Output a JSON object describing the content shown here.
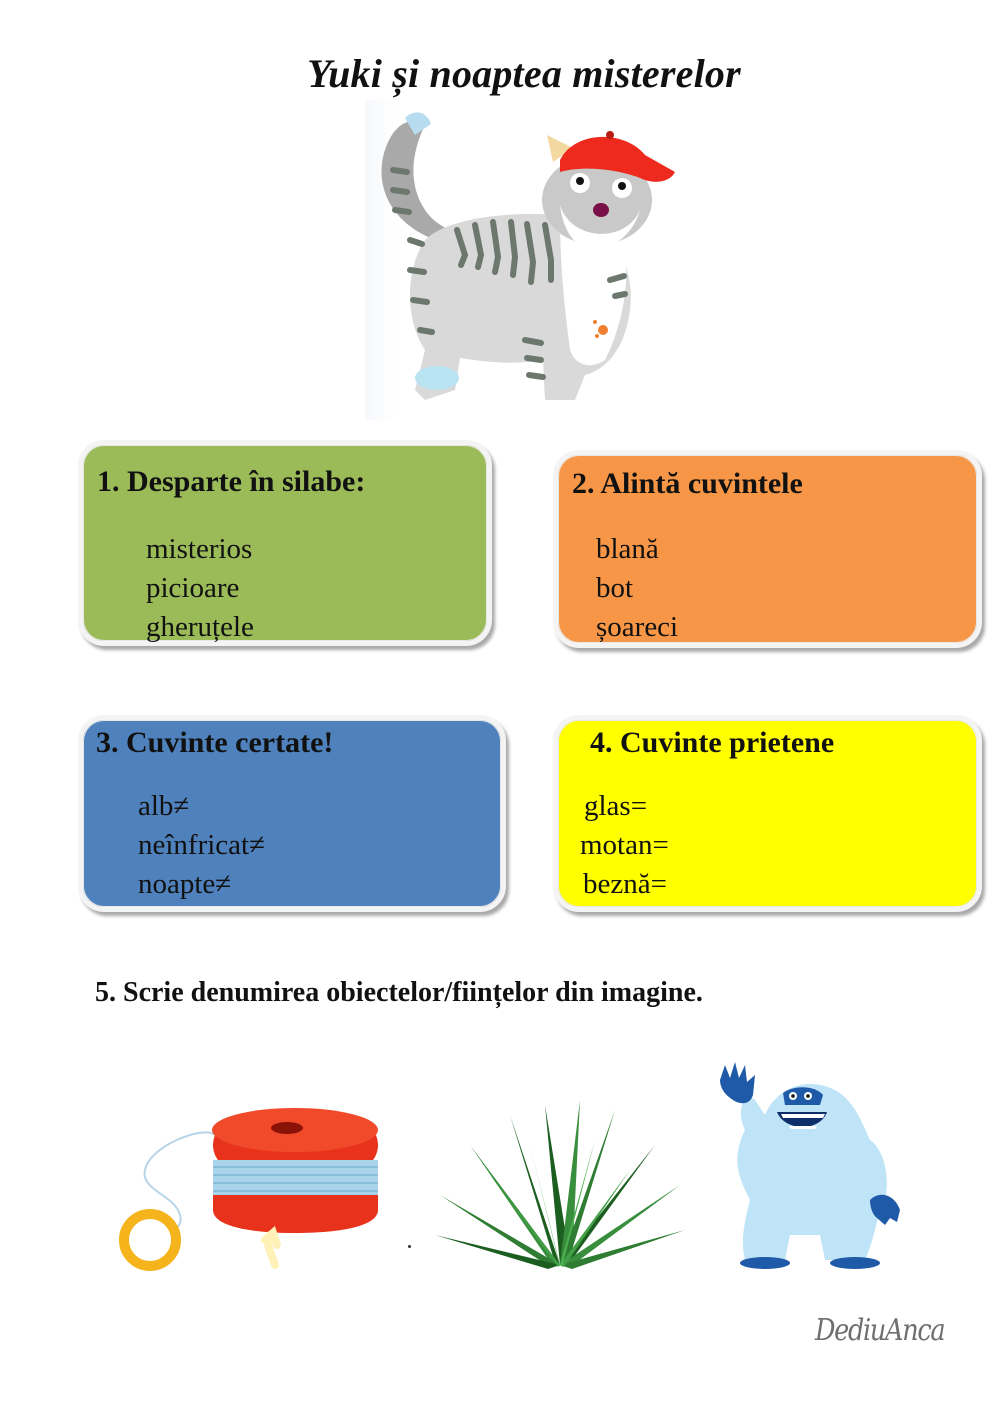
{
  "title": "Yuki și noaptea misterelor",
  "colors": {
    "box1": "#9bbb59",
    "box2": "#f79646",
    "box3": "#4f81bd",
    "box4": "#ffff00"
  },
  "exercises": [
    {
      "heading": "1. Desparte în silabe:",
      "items": [
        "misterios",
        "picioare",
        "gheruțele"
      ]
    },
    {
      "heading": "2. Alintă cuvintele",
      "items": [
        "blană",
        "bot",
        "șoareci"
      ]
    },
    {
      "heading": "3. Cuvinte certate!",
      "items": [
        "alb≠",
        "neînfricat≠",
        "noapte≠"
      ]
    },
    {
      "heading": "4. Cuvinte prietene",
      "items": [
        "glas=",
        "motan=",
        "beznă="
      ]
    }
  ],
  "question5": "5. Scrie denumirea obiectelor/ființelor din imagine.",
  "images": {
    "cat": "cat-with-red-cap",
    "yoyo": "yoyo",
    "plant": "grass-bush",
    "yeti": "yeti"
  },
  "signature": "DediuAnca"
}
